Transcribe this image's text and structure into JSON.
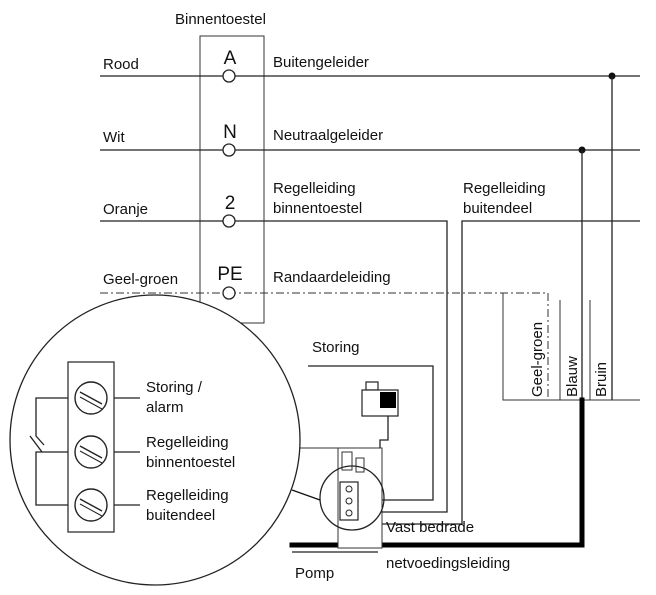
{
  "indoor_unit": {
    "title": "Binnentoestel",
    "terminals": [
      {
        "id": "A",
        "wire_color": "Rood",
        "description_lines": [
          "Buitengeleider"
        ]
      },
      {
        "id": "N",
        "wire_color": "Wit",
        "description_lines": [
          "Neutraalgeleider"
        ]
      },
      {
        "id": "2",
        "wire_color": "Oranje",
        "description_lines": [
          "Regelleiding",
          "binnentoestel"
        ]
      },
      {
        "id": "PE",
        "wire_color": "Geel-groen",
        "description_lines": [
          "Randaardeleiding"
        ]
      }
    ]
  },
  "outdoor_control": {
    "lines": [
      "Regelleiding",
      "buitendeel"
    ]
  },
  "vertical_wires": [
    "Geel-groen",
    "Blauw",
    "Bruin"
  ],
  "labels": {
    "fault": "Storing",
    "fixed_wiring": "Vast bedrade",
    "mains_cable": "netvoedingsleiding",
    "pump": "Pomp"
  },
  "detail": {
    "terminals": [
      {
        "lines": [
          "Storing /",
          "alarm"
        ]
      },
      {
        "lines": [
          "Regelleiding",
          "binnentoestel"
        ]
      },
      {
        "lines": [
          "Regelleiding",
          "buitendeel"
        ]
      }
    ]
  }
}
